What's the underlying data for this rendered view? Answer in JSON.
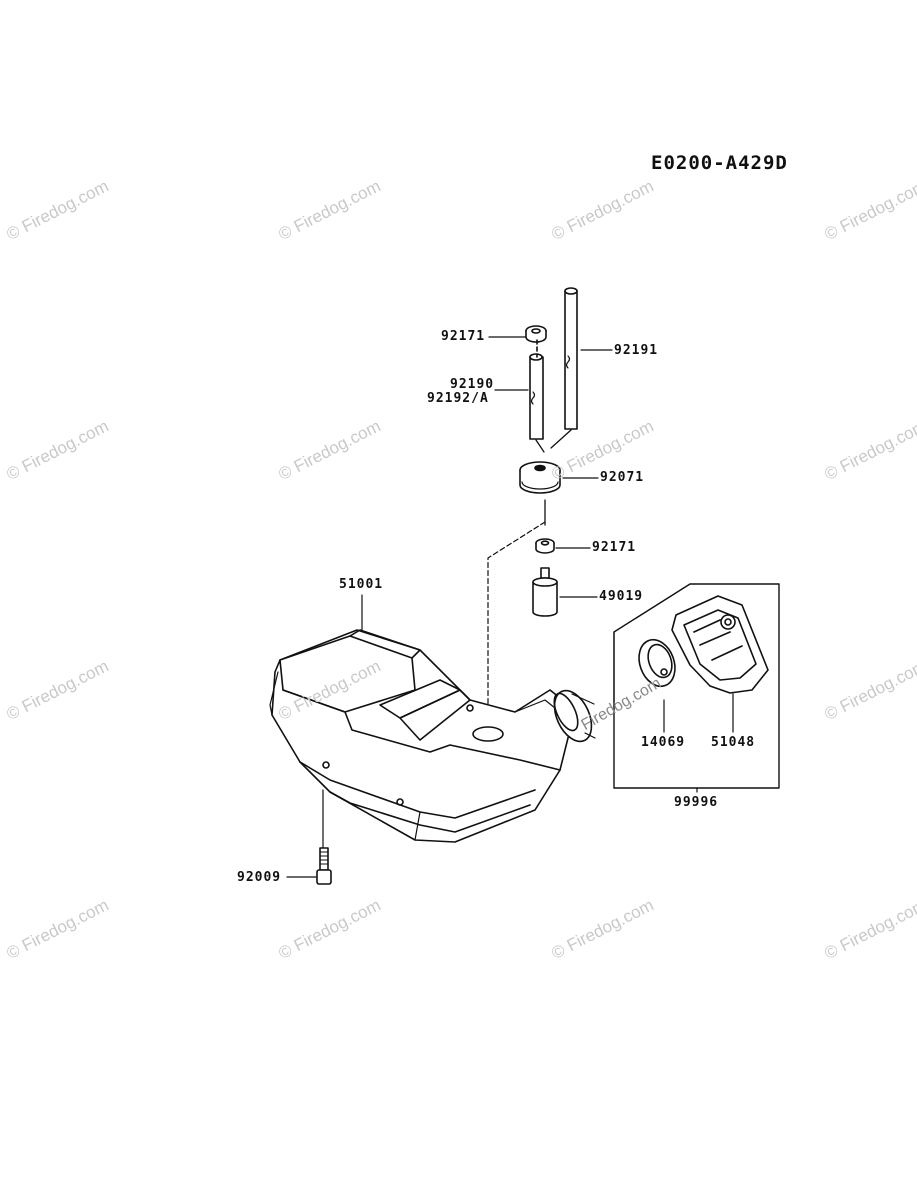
{
  "diagram_code": "E0200-A429D",
  "watermark": "© Firedog.com",
  "watermark_short": "Firedog.com",
  "parts": {
    "p92171_top": "92171",
    "p92191": "92191",
    "p92190": "92190",
    "p92192a": "92192/A",
    "p92071": "92071",
    "p92171_bottom": "92171",
    "p49019": "49019",
    "p51001": "51001",
    "p14069": "14069",
    "p51048": "51048",
    "p99996": "99996",
    "p92009": "92009"
  }
}
